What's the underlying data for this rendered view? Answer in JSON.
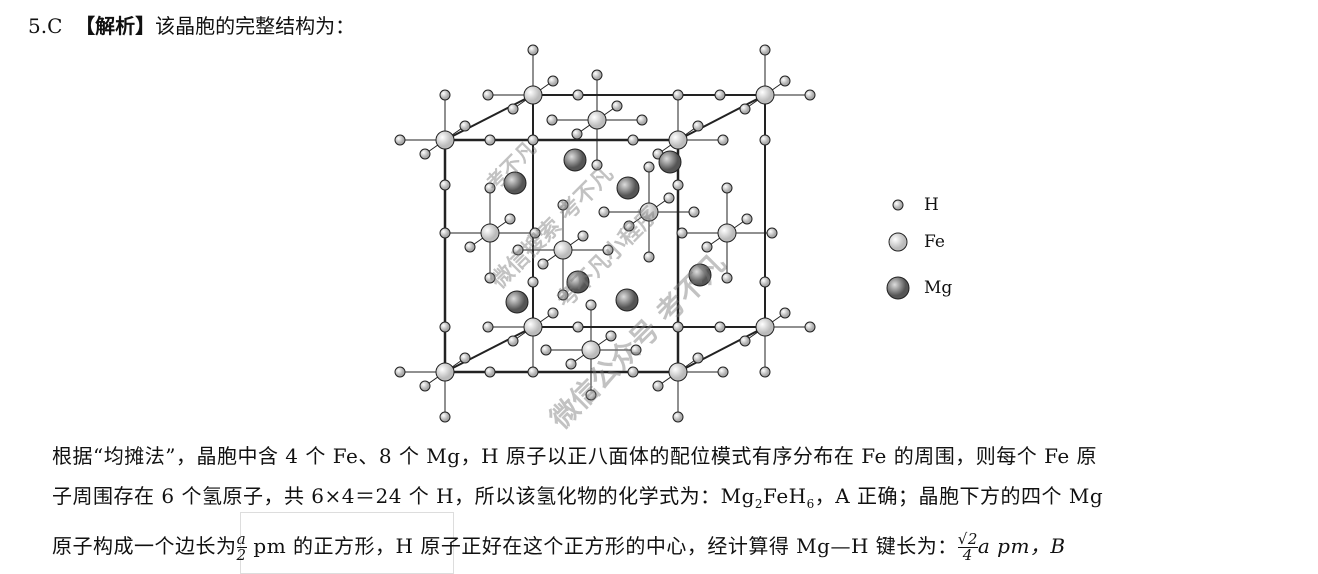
{
  "header": {
    "number": "5.C",
    "tag": "【解析】",
    "text": "该晶胞的完整结构为："
  },
  "legend": [
    {
      "label": "H"
    },
    {
      "label": "Fe"
    },
    {
      "label": "Mg"
    }
  ],
  "watermarks": [
    "微信搜索 考不凡",
    "考不凡小程序",
    "考不凡",
    "微信公众号 考不凡"
  ],
  "paragraph": {
    "line1": "根据“均摊法”，晶胞中含 4 个 Fe、8 个 Mg，H 原子以正八面体的配位模式有序分布在 Fe 的周围，则每个 Fe 原",
    "line2a": "子周围存在 6 个氢原子，共 6×4＝24 个 H，所以该氢化物的化学式为：Mg",
    "line2sub1": "2",
    "line2b": "FeH",
    "line2sub2": "6",
    "line2c": "，A 正确；晶胞下方的四个 Mg",
    "line3a": "原子构成一个边长为",
    "frac1_num": "a",
    "frac1_den": "2",
    "line3b": " pm 的正方形，H 原子正好在这个正方形的中心，经计算得 Mg—H 键长为：",
    "frac2_num": "√2",
    "frac2_den": "4",
    "line3c": "a pm，B"
  }
}
